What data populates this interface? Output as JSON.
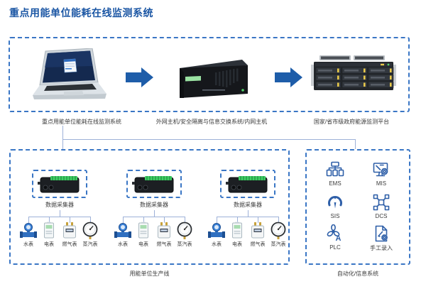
{
  "title": "重点用能单位能耗在线监测系统",
  "colors": {
    "title_blue": "#1b56a4",
    "dashed_border_blue": "#3a76c5",
    "arrow_blue": "#1e5da9",
    "icon_stroke_blue": "#2e5fa8",
    "connector_line": "#9db1d8",
    "collector_green": "#3dcf63"
  },
  "top_flow": {
    "laptop_label": "重点用能单位能耗在线监测系统",
    "server_label": "外网主机/安全隔离与信息交换系统/内网主机",
    "platform_label": "国家/省市级政府能源监测平台",
    "images": [
      "laptop",
      "isolation-server",
      "storage-array"
    ],
    "arrow_icon": "right-arrow-icon"
  },
  "production": {
    "box_label": "用能单位生产线",
    "collector_label": "数据采集器",
    "group_count": 3,
    "meters": [
      {
        "label": "水表",
        "icon": "water-meter-icon"
      },
      {
        "label": "电表",
        "icon": "electric-meter-icon"
      },
      {
        "label": "燃气表",
        "icon": "gas-meter-icon"
      },
      {
        "label": "蒸汽表",
        "icon": "steam-gauge-icon"
      }
    ]
  },
  "systems": {
    "box_label": "自动化/信息系统",
    "items": [
      {
        "label": "EMS",
        "icon": "sitemap-icon"
      },
      {
        "label": "MIS",
        "icon": "monitor-gear-icon"
      },
      {
        "label": "SIS",
        "icon": "gauge-icon"
      },
      {
        "label": "DCS",
        "icon": "network-nodes-icon"
      },
      {
        "label": "PLC",
        "icon": "fan-icon"
      },
      {
        "label": "手工录入",
        "icon": "document-edit-icon"
      }
    ]
  }
}
